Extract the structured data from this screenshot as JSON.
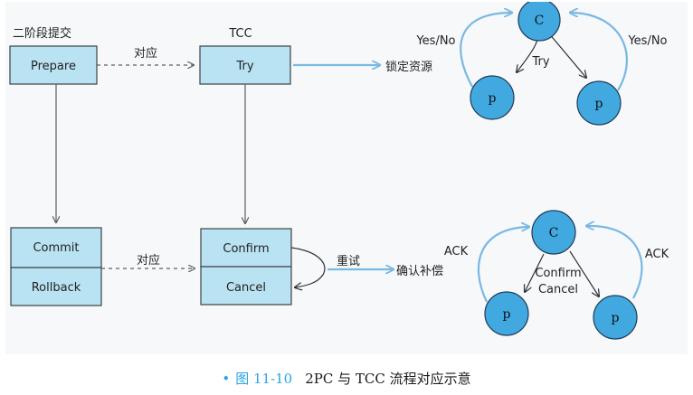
{
  "figure": {
    "heading_2pc": "二阶段提交",
    "heading_tcc": "TCC",
    "box_prepare": "Prepare",
    "box_try": "Try",
    "box_commit": "Commit",
    "box_rollback": "Rollback",
    "box_confirm": "Confirm",
    "box_cancel": "Cancel",
    "map_label_top": "对应",
    "map_label_bottom": "对应",
    "retry_label": "重试",
    "lock_label": "锁定资源",
    "compensate_label": "确认补偿",
    "top_cluster": {
      "coordinator": "C",
      "participant_left": "p",
      "participant_right": "p",
      "edge_label": "Try",
      "reply_left": "Yes/No",
      "reply_right": "Yes/No"
    },
    "bottom_cluster": {
      "coordinator": "C",
      "participant_left": "p",
      "participant_right": "p",
      "edge_label_line1": "Confirm",
      "edge_label_line2": "Cancel",
      "reply_left": "ACK",
      "reply_right": "ACK"
    }
  },
  "caption": {
    "bullet": "•",
    "number": "图 11-10",
    "text": "2PC 与 TCC 流程对应示意"
  },
  "colors": {
    "box_fill": "#b9e3f2",
    "node_fill": "#41a9e0",
    "arrow_blue": "#7ab8e2",
    "accent": "#2aa5de"
  }
}
